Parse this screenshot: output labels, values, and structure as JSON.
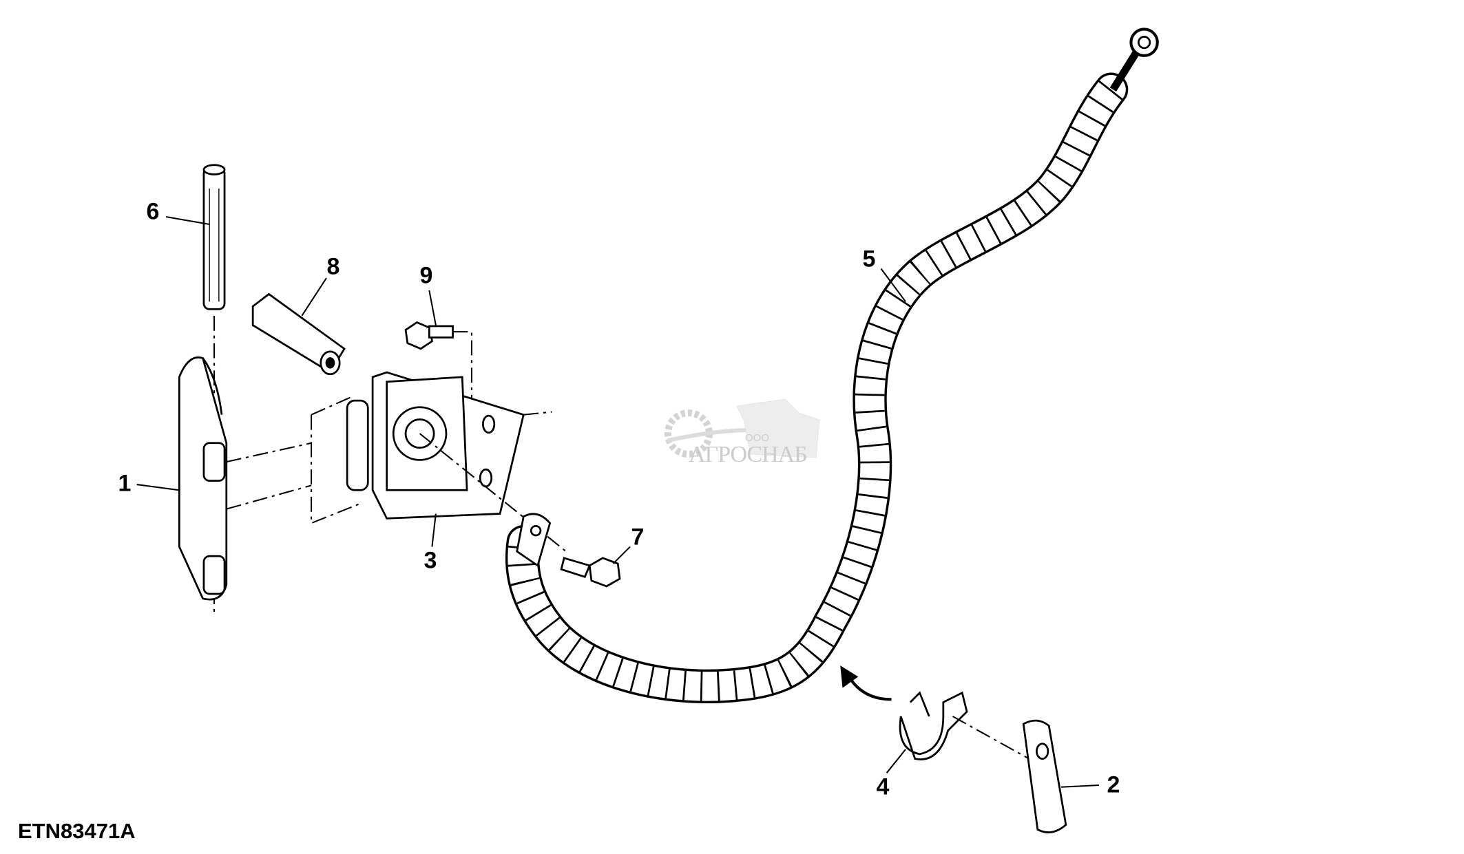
{
  "figure_id": "ETN83471A",
  "callouts": [
    {
      "number": "1",
      "part": "bracket"
    },
    {
      "number": "2",
      "part": "plate"
    },
    {
      "number": "3",
      "part": "mounting-bracket"
    },
    {
      "number": "4",
      "part": "clip"
    },
    {
      "number": "5",
      "part": "ground-cable"
    },
    {
      "number": "6",
      "part": "pin"
    },
    {
      "number": "7",
      "part": "bolt"
    },
    {
      "number": "8",
      "part": "spacer"
    },
    {
      "number": "9",
      "part": "bolt"
    }
  ],
  "watermark": {
    "prefix": "ООО",
    "name": "АГРОСНАБ"
  }
}
